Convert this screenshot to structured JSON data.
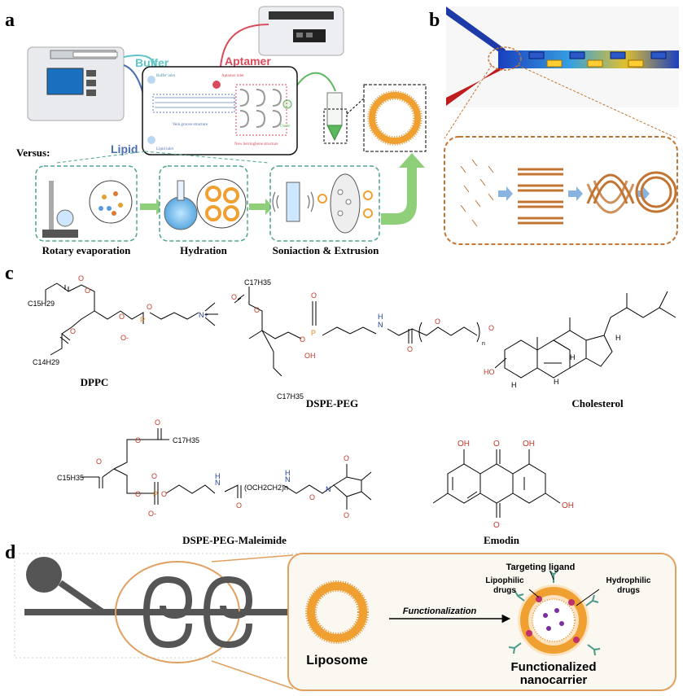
{
  "panels": {
    "a": "a",
    "b": "b",
    "c": "c",
    "d": "d"
  },
  "panel_a": {
    "buffer": "Buffer",
    "aptamer": "Aptamer",
    "lipid": "Lipid",
    "buffer_inlet": "Buffer inlet",
    "aptamer_inlet": "Aptamer inlet",
    "lipid_inlet": "Lipid inlet",
    "outlet": "Outlet",
    "vein_groove": "Vein groove structure",
    "new_herringbone": "New herringbone structure",
    "versus": "Versus:",
    "steps": [
      "Rotary evaporation",
      "Hydration",
      "Soniaction & Extrusion"
    ]
  },
  "panel_c": {
    "molecules": [
      "DPPC",
      "DSPE-PEG",
      "Cholesterol",
      "DSPE-PEG-Maleimide",
      "Emodin"
    ],
    "dppc": {
      "c15h29": "C15H29",
      "c14h29": "C14H29",
      "o_minus": "O-",
      "o": "O",
      "p": "P",
      "n_plus": "N+"
    },
    "dspe": {
      "c17h35": "C17H35",
      "c17h35b": "C17H35",
      "oh": "OH",
      "n": "N",
      "h": "H",
      "o": "O",
      "p": "P",
      "n45": "n"
    },
    "chol": {
      "ho": "HO",
      "h": "H"
    },
    "mal": {
      "c17h35": "C17H35",
      "c15h35": "C15H35",
      "peg": "(OCH2CH2)n",
      "o_minus": "O-",
      "n": "N",
      "h": "H",
      "o": "O",
      "p": "P"
    },
    "emodin": {
      "oh": "OH",
      "o": "O"
    }
  },
  "panel_d": {
    "liposome": "Liposome",
    "functionalization": "Functionalization",
    "targeting_ligand": "Targeting ligand",
    "lipophilic": [
      "Lipophilic",
      "drugs"
    ],
    "hydrophilic": [
      "Hydrophilic",
      "drugs"
    ],
    "nanocarrier": [
      "Functionalized",
      "nanocarrier"
    ]
  },
  "colors": {
    "buffer": "#5fc6c8",
    "aptamer": "#d94b5a",
    "lipid": "#4b6fb3",
    "green_arrow": "#8fcf7a",
    "dashed_teal": "#4aa394",
    "dashed_orange": "#c27533",
    "liposome_orange": "#f0a030",
    "red_atom": "#c0392b",
    "blue_atom": "#1f3d8a"
  }
}
